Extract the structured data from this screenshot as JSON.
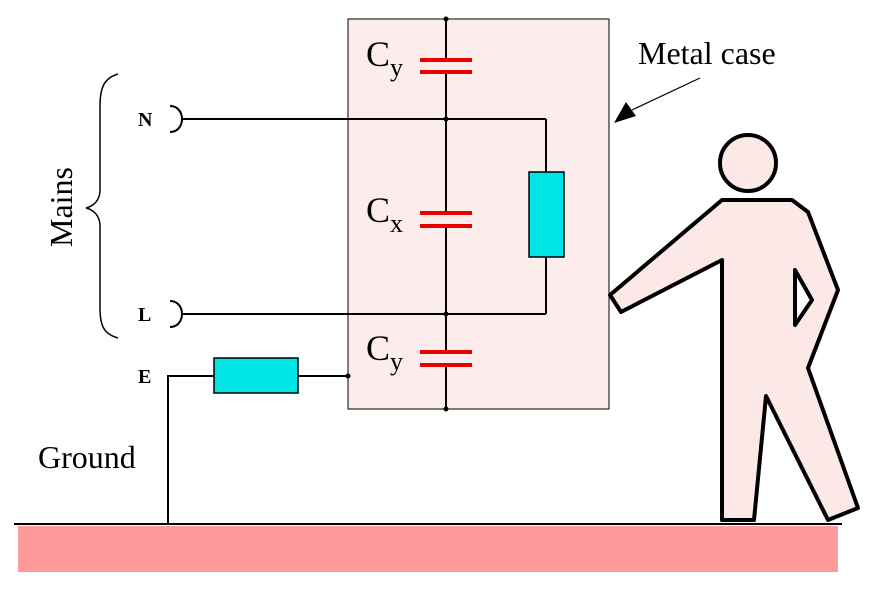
{
  "labels": {
    "metal_case": "Metal case",
    "mains": "Mains",
    "terminal_n": "N",
    "terminal_l": "L",
    "terminal_e": "E",
    "ground": "Ground"
  },
  "capacitors": {
    "top": {
      "symbol": "C",
      "subscript": "y"
    },
    "middle": {
      "symbol": "C",
      "subscript": "x"
    },
    "bottom": {
      "symbol": "C",
      "subscript": "y"
    }
  },
  "colors": {
    "case_fill": "#fcecec",
    "capacitor": "#e60000",
    "resistor": "#00e5e5",
    "ground_strip": "#ff9a9a",
    "person_fill": "#fde8e8",
    "wire": "#000000"
  },
  "icons": {
    "person": "person-figure-icon",
    "arrow": "pointer-arrow-icon",
    "brace": "curly-brace-icon"
  }
}
